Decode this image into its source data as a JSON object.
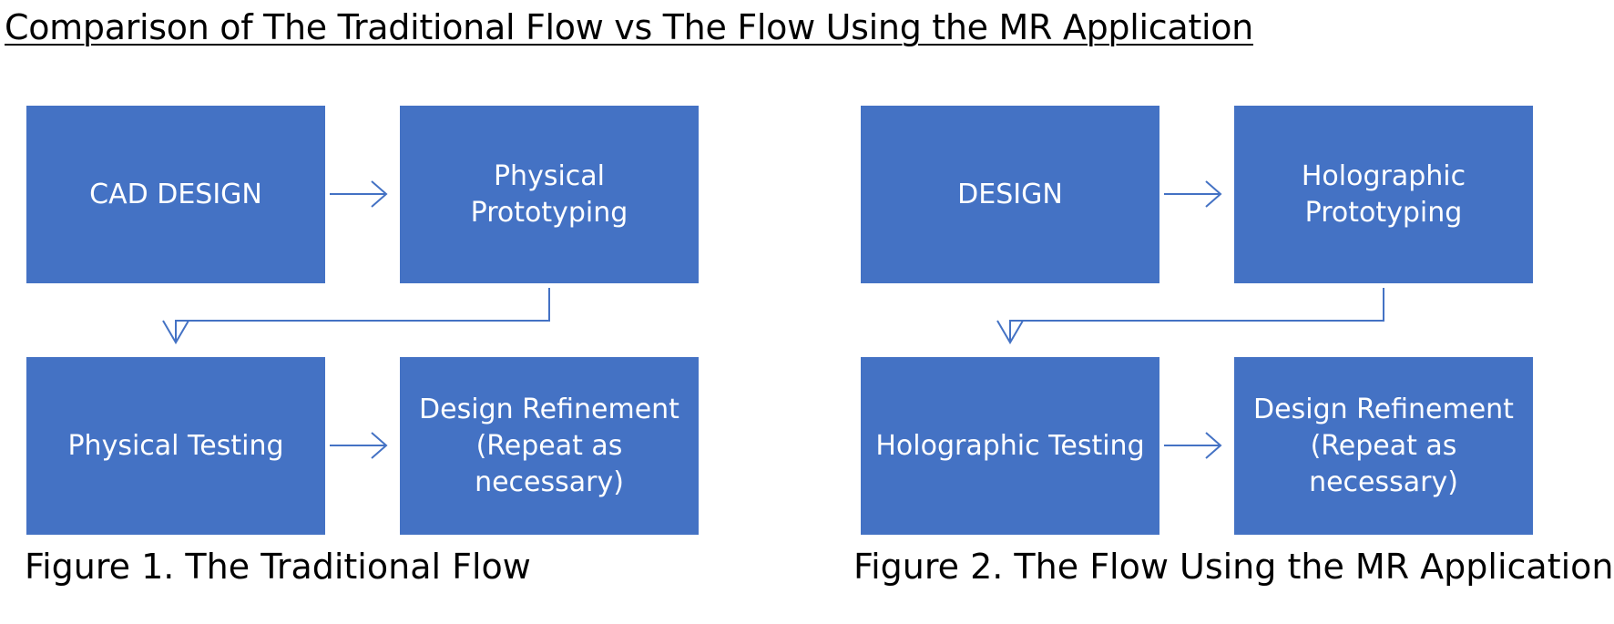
{
  "title": "Comparison of The Traditional Flow vs The Flow Using the MR Application",
  "colors": {
    "box_fill": "#4472c4",
    "box_text": "#ffffff",
    "arrow": "#4472c4"
  },
  "figure1": {
    "caption": "Figure 1. The Traditional Flow",
    "boxes": [
      "CAD DESIGN",
      "Physical\nPrototyping",
      "Physical Testing",
      "Design Refinement\n(Repeat as\nnecessary)"
    ]
  },
  "figure2": {
    "caption": "Figure 2. The Flow Using the MR Application",
    "boxes": [
      "DESIGN",
      "Holographic\nPrototyping",
      "Holographic Testing",
      "Design Refinement\n(Repeat as\nnecessary)"
    ]
  }
}
